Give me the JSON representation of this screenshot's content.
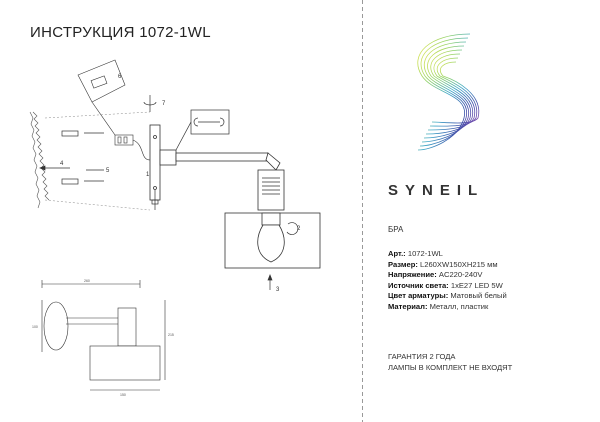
{
  "header": {
    "title": "ИНСТРУКЦИЯ 1072-1WL"
  },
  "brand": {
    "name": "SYNEIL"
  },
  "product": {
    "type": "БРА"
  },
  "specs": [
    {
      "label": "Арт.:",
      "value": "1072-1WL"
    },
    {
      "label": "Размер:",
      "value": "L260XW150XH215 мм"
    },
    {
      "label": "Напряжение:",
      "value": "AC220-240V"
    },
    {
      "label": "Источник света:",
      "value": "1xE27 LED 5W"
    },
    {
      "label": "Цвет арматуры:",
      "value": "Матовый белый"
    },
    {
      "label": "Материал:",
      "value": "Металл, пластик"
    }
  ],
  "warranty": {
    "line1": "ГАРАНТИЯ 2 ГОДА",
    "line2": "ЛАМПЫ В КОМПЛЕКТ НЕ ВХОДЯТ"
  },
  "steps": {
    "s1": "1",
    "s2": "2",
    "s3": "3",
    "s4": "4",
    "s5": "5",
    "s6": "6",
    "s7": "7"
  },
  "dimensions": {
    "d260": "260",
    "d100": "100",
    "d150": "150",
    "d215": "215"
  },
  "colors": {
    "logo_gradient": [
      "#f0e84a",
      "#8fd16a",
      "#3fa8c8",
      "#3a4fa8",
      "#8a4bb0"
    ]
  }
}
